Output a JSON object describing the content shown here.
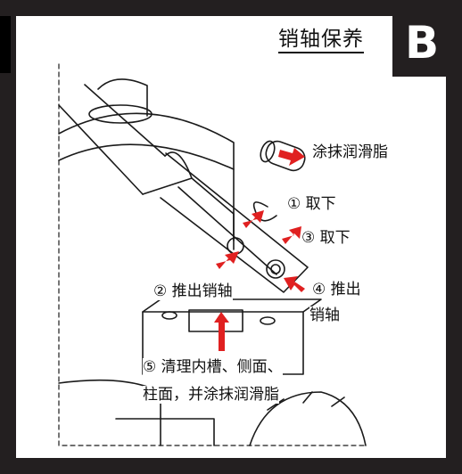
{
  "header": {
    "title": "销轴保养",
    "badge": "B"
  },
  "callouts": {
    "grease_pin": "涂抹润滑脂",
    "step1": "① 取下",
    "step3": "③ 取下",
    "step2": "② 推出销轴",
    "step4_line1": "④ 推出",
    "step4_line2": "销轴",
    "step5_line1": "⑤ 清理内槽、侧面、",
    "step5_line2": "柱面，并涂抹润滑脂"
  },
  "colors": {
    "arrow": "#e02020",
    "frame": "#231f20",
    "line": "#1a1a1a"
  }
}
